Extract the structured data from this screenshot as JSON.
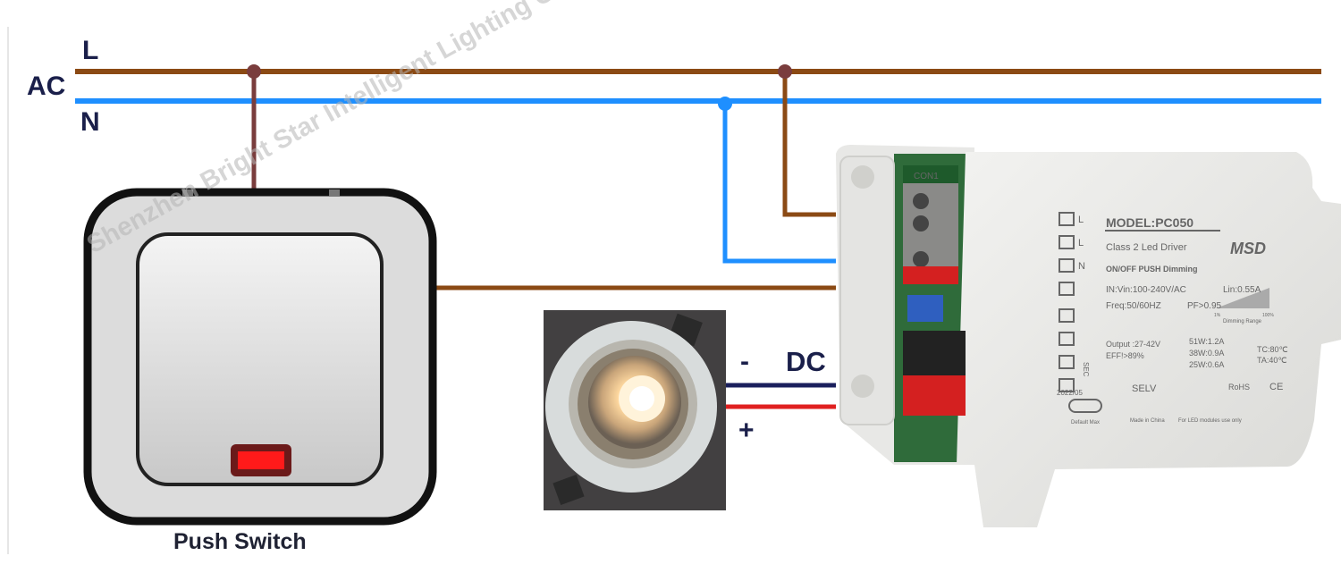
{
  "labels": {
    "line": "L",
    "ac": "AC",
    "neutral": "N",
    "switch": "Push Switch",
    "dc": "DC",
    "minus": "-",
    "plus": "+"
  },
  "watermark": "Shenzhen Bright Star Intelligent Lighting Co.,Ltd",
  "driver": {
    "con": "CON1",
    "model": "MODEL:PC050",
    "class": "Class 2 Led Driver",
    "brand": "MSD",
    "mode": "ON/OFF PUSH Dimming",
    "input": "IN:Vin:100-240V/AC",
    "current": "Lin:0.55A",
    "freq": "Freq:50/60HZ",
    "pf": "PF>0.95",
    "range_low": "1%",
    "range_high": "100%",
    "range_label": "Dimming Range",
    "output": "Output :27-42V",
    "eff": "EFF!>89%",
    "w51": "51W:1.2A",
    "w38": "38W:0.9A",
    "w25": "25W:0.6A",
    "tc": "TC:80℃",
    "ta": "TA:40℃",
    "term_l1": "L",
    "term_l2": "L",
    "term_n": "N",
    "sec": "SEC",
    "date": "2022/05",
    "selv": "SELV",
    "rohs": "RoHS",
    "ce": "CE",
    "made": "Made in China",
    "led_only": "For LED modules use only",
    "default": "Default Max"
  },
  "colors": {
    "live": "#8b4a14",
    "neutral": "#1e8fff",
    "drop": "#7a3d3d",
    "dc_negative": "#1a1f5c",
    "dc_positive": "#e02020",
    "indicator": "#ff1a1a"
  }
}
